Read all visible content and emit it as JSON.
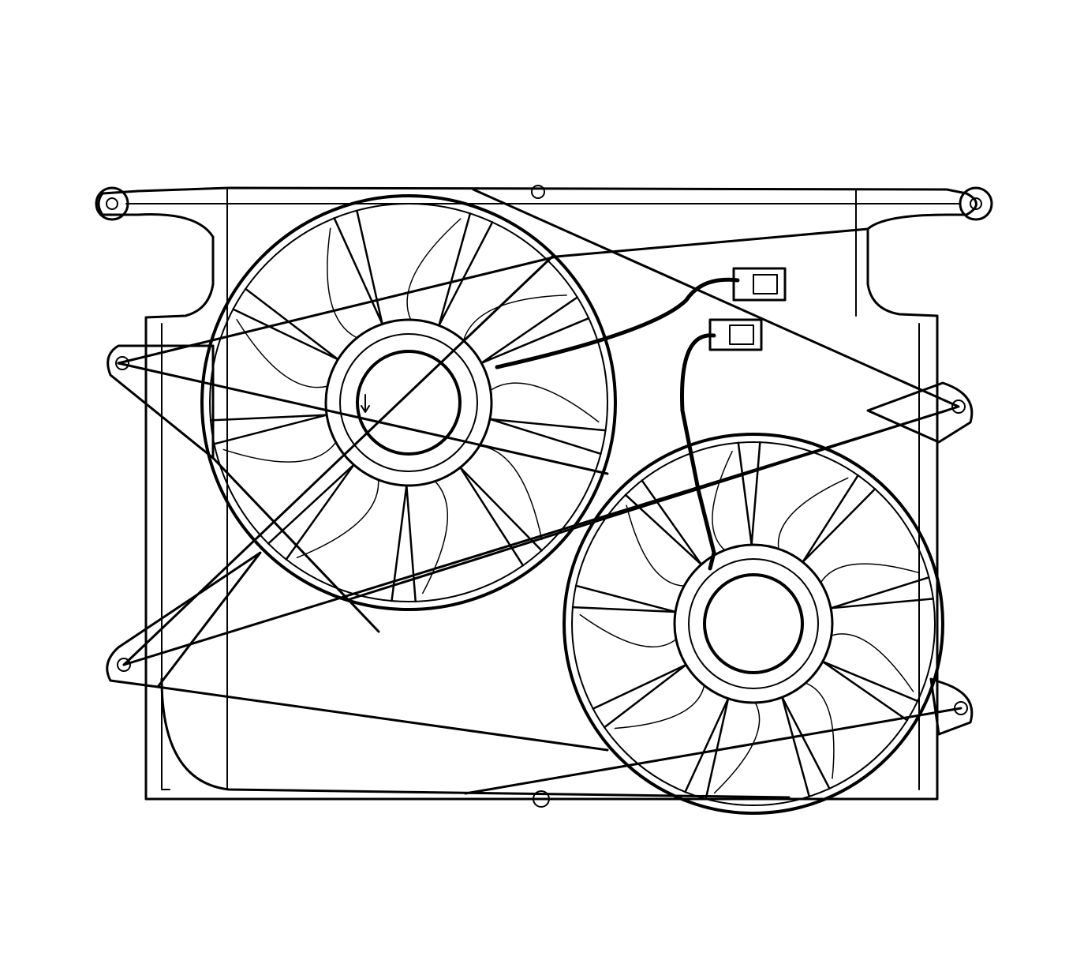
{
  "drawing": {
    "subject": "",
    "line_color": "#000000",
    "background_color": "#ffffff",
    "fans": [
      {
        "id": "left-fan",
        "blades": 9
      },
      {
        "id": "right-fan",
        "blades": 9
      }
    ]
  }
}
